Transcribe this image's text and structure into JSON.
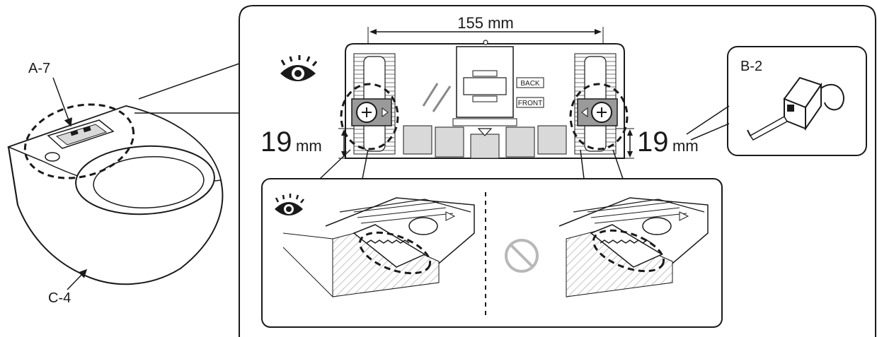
{
  "labels": {
    "part_a7": "A-7",
    "part_c4": "C-4",
    "part_b2": "B-2",
    "width_dimension": "155 mm",
    "left_offset_value": "19",
    "left_offset_unit": "mm",
    "right_offset_value": "19",
    "right_offset_unit": "mm",
    "back_marking": "BACK",
    "front_marking": "FRONT"
  },
  "icons": {
    "view_eye": "eye-icon",
    "forbidden": "prohibited-icon"
  },
  "colors": {
    "line": "#1a1a1a",
    "plate_fill": "#d9d9d9",
    "prohibited": "#b8b8b8"
  }
}
